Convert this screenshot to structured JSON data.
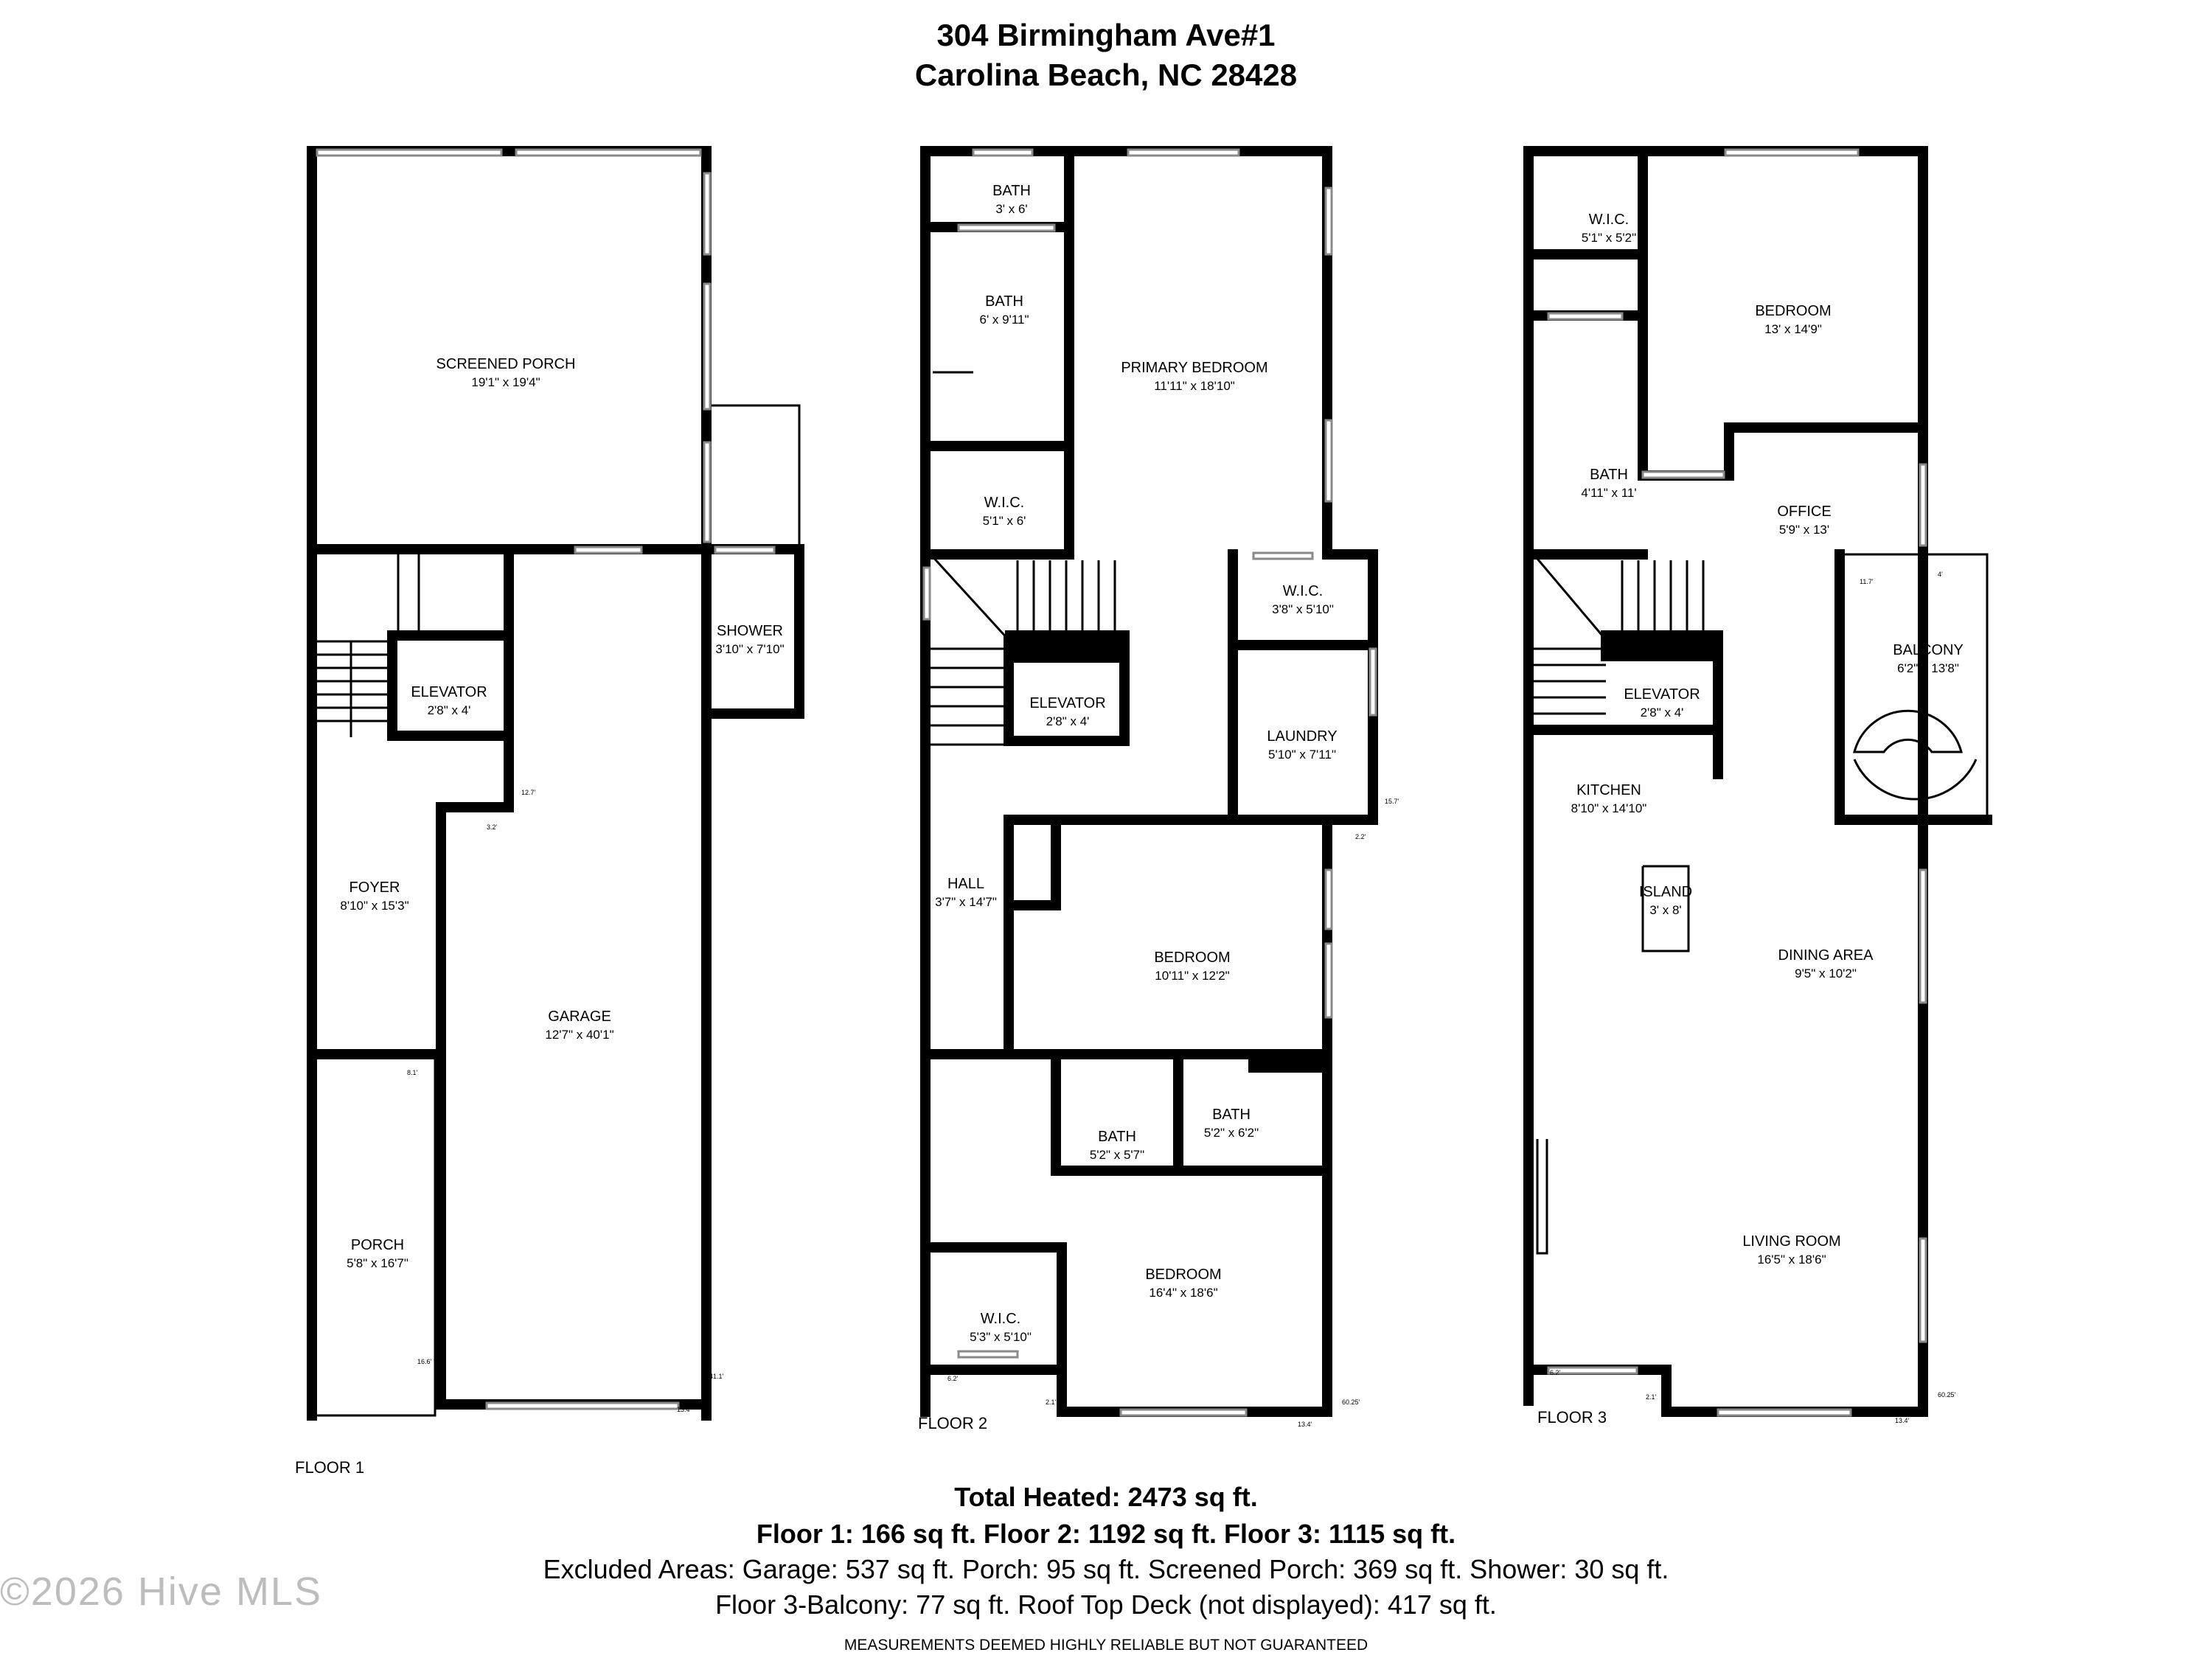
{
  "header": {
    "address_line1": "304 Birmingham Ave#1",
    "address_line2": "Carolina Beach, NC 28428"
  },
  "floors": [
    {
      "label": "FLOOR 1",
      "rooms": [
        {
          "name": "SCREENED PORCH",
          "dims": "19'1\" x 19'4\""
        },
        {
          "name": "SHOWER",
          "dims": "3'10\" x 7'10\""
        },
        {
          "name": "ELEVATOR",
          "dims": "2'8\" x 4'"
        },
        {
          "name": "FOYER",
          "dims": "8'10\" x 15'3\""
        },
        {
          "name": "GARAGE",
          "dims": "12'7\" x 40'1\""
        },
        {
          "name": "PORCH",
          "dims": "5'8\" x 16'7\""
        }
      ]
    },
    {
      "label": "FLOOR 2",
      "rooms": [
        {
          "name": "BATH",
          "dims": "3' x 6'"
        },
        {
          "name": "BATH",
          "dims": "6' x 9'11\""
        },
        {
          "name": "PRIMARY BEDROOM",
          "dims": "11'11\" x 18'10\""
        },
        {
          "name": "W.I.C.",
          "dims": "5'1\" x 6'"
        },
        {
          "name": "W.I.C.",
          "dims": "3'8\" x 5'10\""
        },
        {
          "name": "ELEVATOR",
          "dims": "2'8\" x 4'"
        },
        {
          "name": "LAUNDRY",
          "dims": "5'10\" x 7'11\""
        },
        {
          "name": "HALL",
          "dims": "3'7\" x 14'7\""
        },
        {
          "name": "BEDROOM",
          "dims": "10'11\" x 12'2\""
        },
        {
          "name": "BATH",
          "dims": "5'2\" x 5'7\""
        },
        {
          "name": "BATH",
          "dims": "5'2\" x 6'2\""
        },
        {
          "name": "BEDROOM",
          "dims": "16'4\" x 18'6\""
        },
        {
          "name": "W.I.C.",
          "dims": "5'3\" x 5'10\""
        }
      ]
    },
    {
      "label": "FLOOR 3",
      "rooms": [
        {
          "name": "W.I.C.",
          "dims": "5'1\" x 5'2\""
        },
        {
          "name": "BEDROOM",
          "dims": "13' x 14'9\""
        },
        {
          "name": "BATH",
          "dims": "4'11\" x 11'"
        },
        {
          "name": "OFFICE",
          "dims": "5'9\" x 13'"
        },
        {
          "name": "BALCONY",
          "dims": "6'2\" x 13'8\""
        },
        {
          "name": "ELEVATOR",
          "dims": "2'8\" x 4'"
        },
        {
          "name": "KITCHEN",
          "dims": "8'10\" x 14'10\""
        },
        {
          "name": "ISLAND",
          "dims": "3' x 8'"
        },
        {
          "name": "DINING AREA",
          "dims": "9'5\" x 10'2\""
        },
        {
          "name": "LIVING ROOM",
          "dims": "16'5\" x 18'6\""
        }
      ]
    }
  ],
  "small_labels": [
    "12.7'",
    "3.2'",
    "8.1'",
    "16.6'",
    "41.1'",
    "13.4'",
    "6.2'",
    "2.1'",
    "60.25'",
    "13.4'",
    "15.7'",
    "2.2'",
    "6.2'",
    "2.1'",
    "60.25'",
    "13.4'",
    "11.7'",
    "4'"
  ],
  "totals": {
    "heated": "Total Heated: 2473 sq ft.",
    "floors": "Floor 1: 166 sq ft. Floor 2: 1192 sq ft. Floor 3: 1115 sq ft.",
    "excluded": "Excluded Areas: Garage: 537 sq ft. Porch: 95 sq ft. Screened Porch: 369 sq ft. Shower: 30 sq ft.",
    "balcony": "Floor 3-Balcony: 77 sq ft. Roof Top Deck (not displayed): 417 sq ft."
  },
  "disclaimer": "MEASUREMENTS DEEMED HIGHLY RELIABLE BUT NOT GUARANTEED",
  "watermark": "©2026 Hive MLS",
  "colors": {
    "wall": "#000000",
    "window": "#9a9a9a",
    "background": "#ffffff"
  }
}
